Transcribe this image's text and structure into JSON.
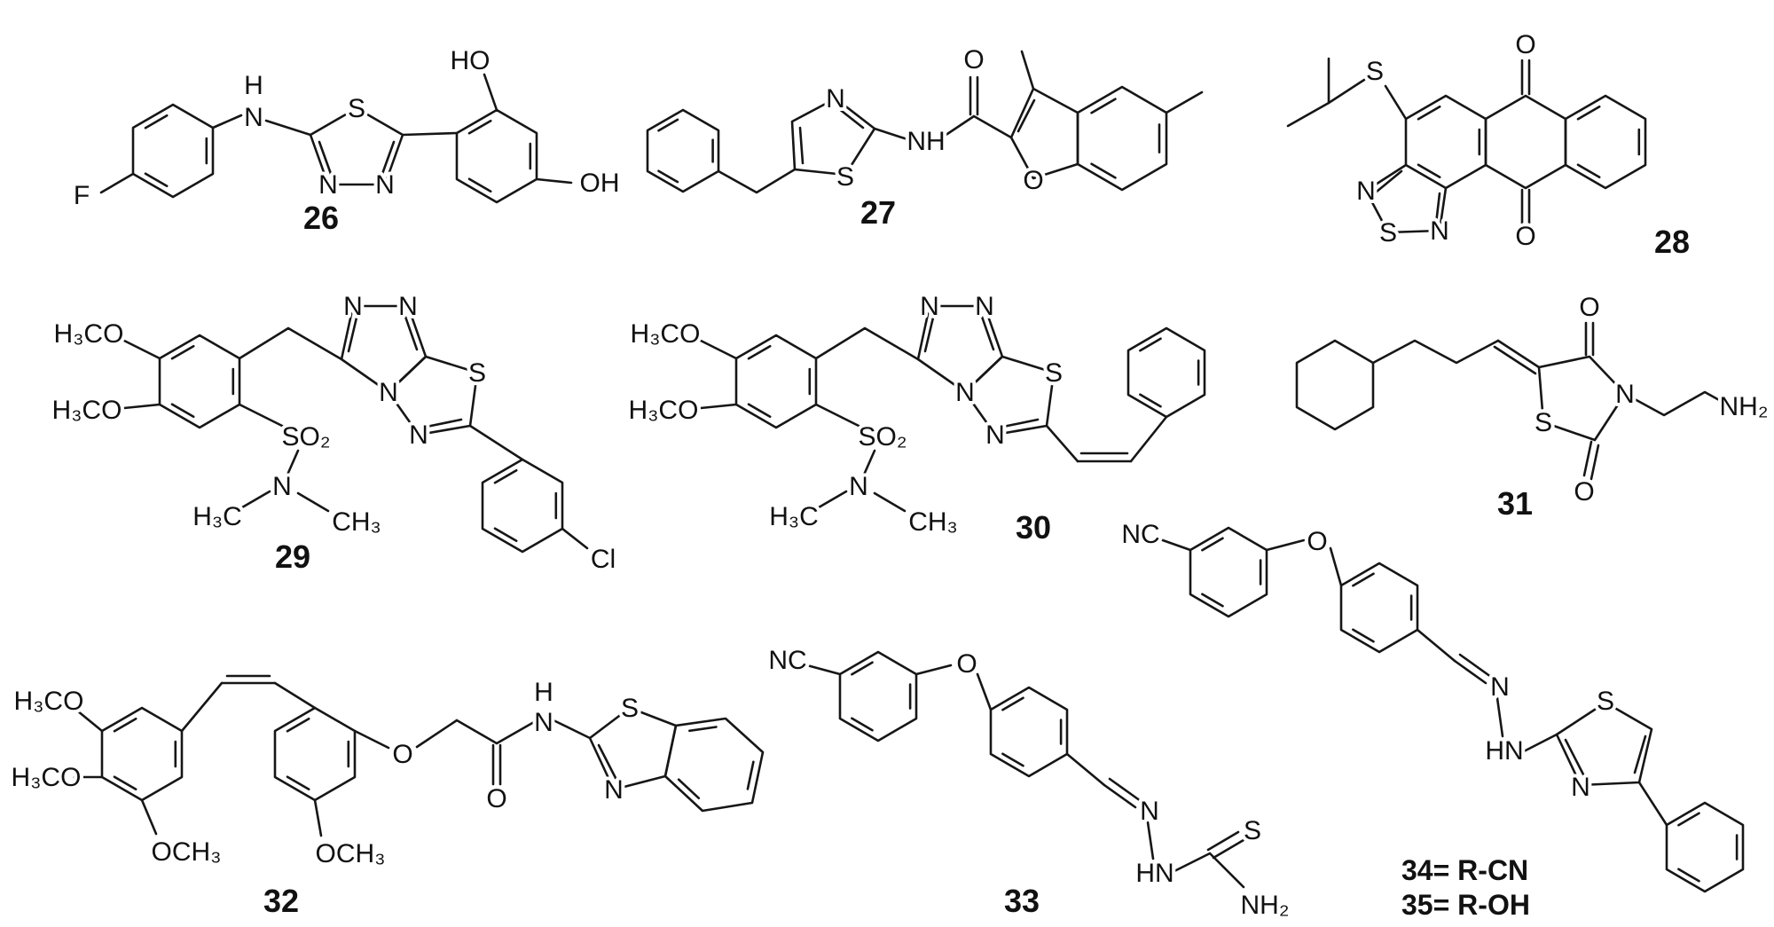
{
  "figure_title": "",
  "ink_color": "#161616",
  "background_color": "#ffffff",
  "compounds": {
    "c26": {
      "number": "26",
      "atoms": {
        "f": "F",
        "h": "H",
        "n_amine": "N",
        "s": "S",
        "n1": "N",
        "n2": "N",
        "ho": "HO",
        "oh": "OH"
      }
    },
    "c27": {
      "number": "27",
      "atoms": {
        "n": "N",
        "s": "S",
        "nh": "NH",
        "o_carbonyl": "O",
        "o_furan": "O"
      }
    },
    "c28": {
      "number": "28",
      "atoms": {
        "s_thioether": "S",
        "o_top": "O",
        "o_bottom": "O",
        "n_left": "N",
        "s_ring": "S",
        "n_right": "N"
      }
    },
    "c29": {
      "number": "29",
      "atoms": {
        "methoxy1": "H₃CO",
        "methoxy2": "H₃CO",
        "n1": "N",
        "n2": "N",
        "n_bridge": "N",
        "s_ring": "S",
        "n3": "N",
        "so2": "SO₂",
        "n_amine": "N",
        "methyl1": "H₃C",
        "methyl2": "CH₃",
        "cl": "Cl"
      }
    },
    "c30": {
      "number": "30",
      "atoms": {
        "methoxy1": "H₃CO",
        "methoxy2": "H₃CO",
        "n1": "N",
        "n2": "N",
        "n_bridge": "N",
        "s_ring": "S",
        "n3": "N",
        "so2": "SO₂",
        "n_amine": "N",
        "methyl1": "H₃C",
        "methyl2": "CH₃"
      }
    },
    "c31": {
      "number": "31",
      "atoms": {
        "o_top": "O",
        "n": "N",
        "s": "S",
        "o_bottom": "O",
        "nh2": "NH₂"
      }
    },
    "c32": {
      "number": "32",
      "atoms": {
        "methoxy1": "H₃CO",
        "methoxy2": "H₃CO",
        "methoxy3": "OCH₃",
        "methoxy4": "OCH₃",
        "o_ether": "O",
        "o_carbonyl": "O",
        "h": "H",
        "n_amide": "N",
        "s": "S",
        "n_ring": "N"
      }
    },
    "c33": {
      "number": "33",
      "atoms": {
        "nc": "NC",
        "o_ether": "O",
        "n_imine": "N",
        "hn": "HN",
        "s": "S",
        "nh2": "NH₂"
      }
    },
    "c3435": {
      "legend_line1": "34= R-CN",
      "legend_line2": "35= R-OH",
      "atoms": {
        "nc": "NC",
        "o_ether": "O",
        "n_imine": "N",
        "hn": "HN",
        "s": "S",
        "n_ring": "N"
      }
    }
  }
}
